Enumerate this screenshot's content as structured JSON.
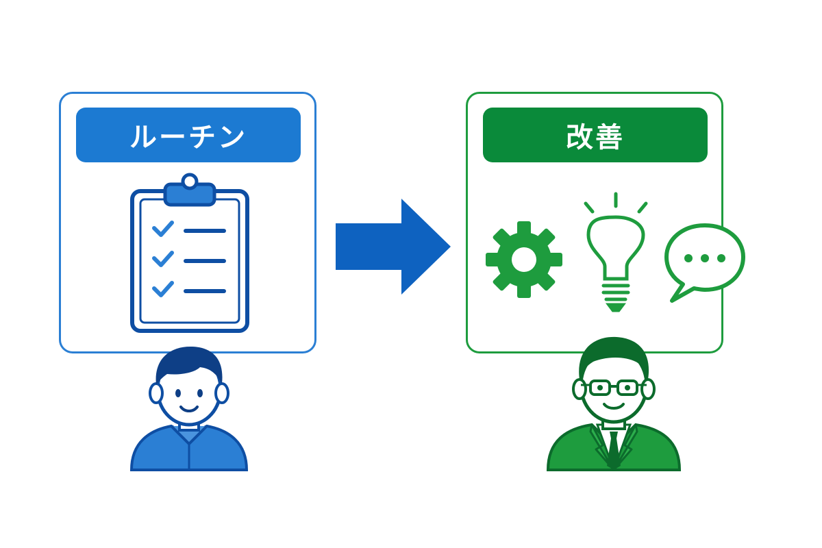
{
  "colors": {
    "routine_accent": "#1c7ad2",
    "routine_border": "#2b7fd4",
    "routine_dark": "#0e4ea3",
    "improvement_accent": "#0a8a3a",
    "improvement_border": "#1e9c3e",
    "improvement_dark": "#0c6b2c",
    "arrow": "#0e62c0"
  },
  "left_panel": {
    "title": "ルーチン",
    "icon": "clipboard-checklist-icon",
    "checklist_items": 3,
    "person": "worker-casual-icon"
  },
  "flow_arrow": {
    "icon": "right-arrow-icon"
  },
  "right_panel": {
    "title": "改善",
    "icons": [
      "gear-icon",
      "lightbulb-icon",
      "speech-bubble-icon"
    ],
    "person": "businessman-glasses-icon"
  }
}
